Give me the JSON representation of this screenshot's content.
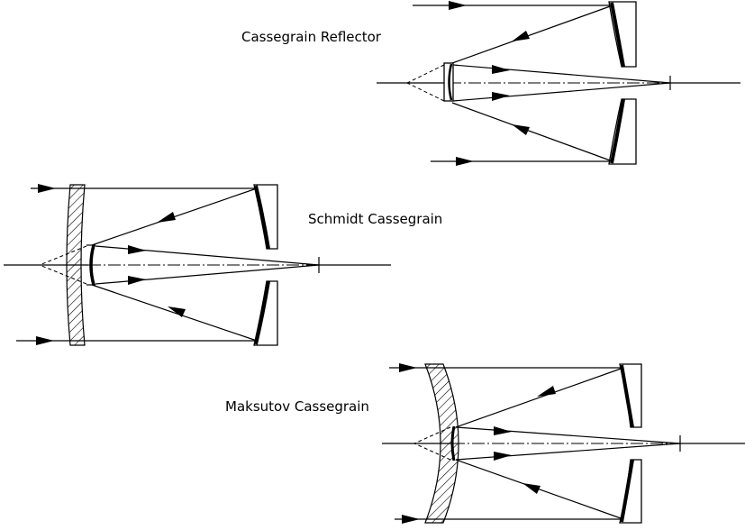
{
  "diagrams": [
    {
      "id": "cassegrain-reflector",
      "label": "Cassegrain Reflector"
    },
    {
      "id": "schmidt-cassegrain",
      "label": "Schmidt Cassegrain"
    },
    {
      "id": "maksutov-cassegrain",
      "label": "Maksutov Cassegrain"
    }
  ]
}
